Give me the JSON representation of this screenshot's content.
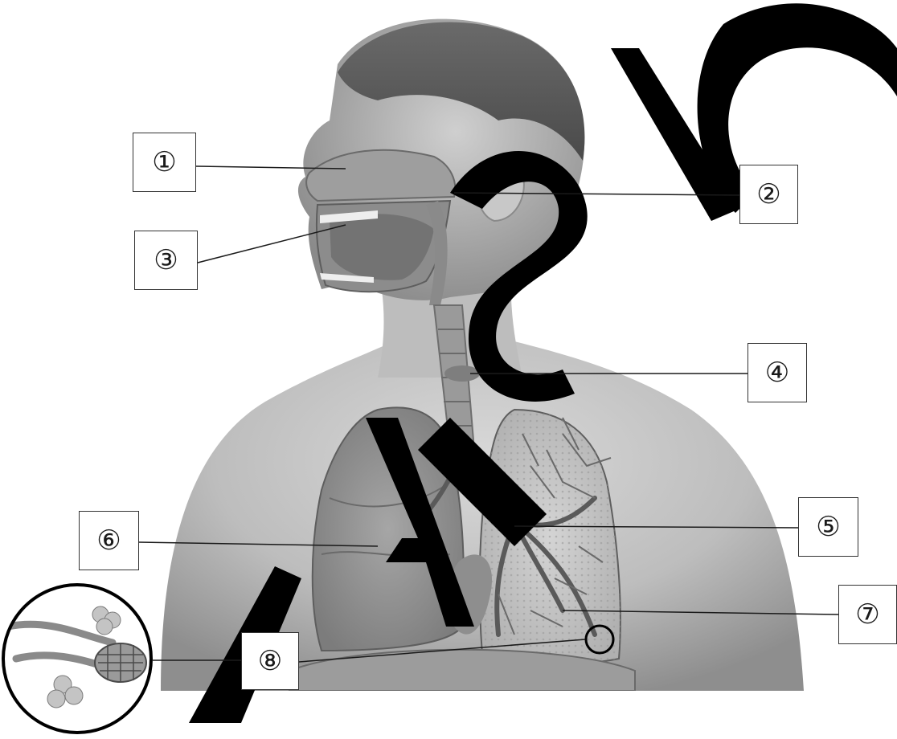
{
  "diagram": {
    "labels": [
      {
        "id": "1",
        "text": "①"
      },
      {
        "id": "2",
        "text": "②"
      },
      {
        "id": "3",
        "text": "③"
      },
      {
        "id": "4",
        "text": "④"
      },
      {
        "id": "5",
        "text": "⑤"
      },
      {
        "id": "6",
        "text": "⑥"
      },
      {
        "id": "7",
        "text": "⑦"
      },
      {
        "id": "8",
        "text": "⑧"
      }
    ],
    "watermark": "TRANSIC",
    "colors": {
      "background": "#ffffff",
      "line": "#1a1a1a",
      "box_border": "#333333",
      "watermark": "#000000",
      "body": "#a8a8a8"
    }
  }
}
